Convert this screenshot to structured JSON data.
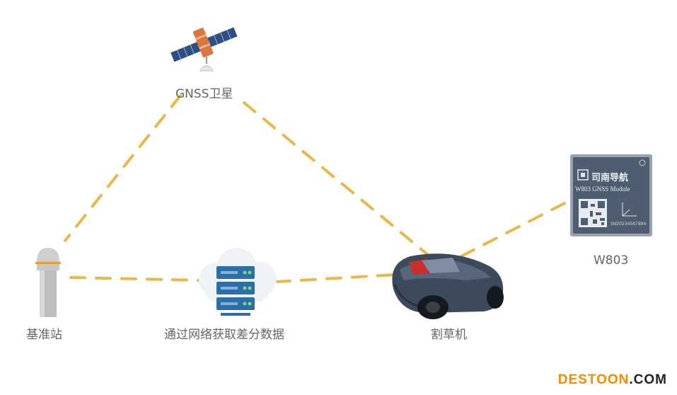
{
  "nodes": {
    "satellite": {
      "label": "GNSS卫星"
    },
    "base_station": {
      "label": "基准站"
    },
    "server": {
      "label": "通过网络获取差分数据"
    },
    "mower": {
      "label": "割草机"
    },
    "module": {
      "label": "W803",
      "brand": "司南导航",
      "model": "W803 GNSS Module",
      "serial": "SN20234567894"
    }
  },
  "watermark": {
    "part_a": "DESTOON",
    "part_b": ".COM"
  },
  "colors": {
    "link": "#e8b84a",
    "text": "#666666",
    "module_board": "#4a5a6a",
    "watermark": "#f28c00"
  }
}
